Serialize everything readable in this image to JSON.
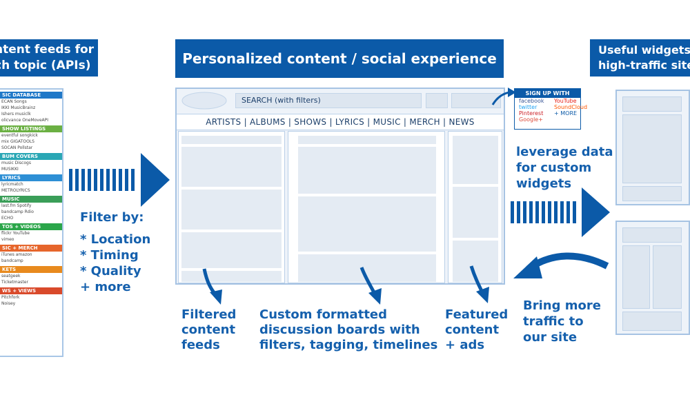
{
  "banners": {
    "left_line1": "ntent feeds for",
    "left_line2": "ch topic (APIs)",
    "middle": "Personalized content / social experience",
    "right_line1": "Useful widgets",
    "right_line2": "high-traffic site"
  },
  "sources": {
    "categories": [
      {
        "label": "SIC DATABASE",
        "color": "#1f78c8",
        "logos": [
          "ECAN  Songs",
          "IKKI  MusicBrainz",
          "Ishers  musiclk",
          "olicvance  OneMoveAPI"
        ]
      },
      {
        "label": "SHOW LISTINGS",
        "color": "#6bb043",
        "logos": [
          "eventful  songkick",
          "mix  GIGATOOLS",
          "SOCAN  Pollstar"
        ]
      },
      {
        "label": "BUM COVERS",
        "color": "#2aa7b5",
        "logos": [
          "music  Discogs",
          "MUSIKKI"
        ]
      },
      {
        "label": "LYRICS",
        "color": "#2d8fd5",
        "logos": [
          "lyricmatch",
          "METROLYRICS"
        ]
      },
      {
        "label": "MUSIC",
        "color": "#3a9e58",
        "logos": [
          "last.fm  Spotify",
          "bandcamp  Rdio",
          "ECHO"
        ]
      },
      {
        "label": "TOS + VIDEOS",
        "color": "#2ba64a",
        "logos": [
          "flickr  YouTube",
          "vimeo"
        ]
      },
      {
        "label": "SIC + MERCH",
        "color": "#e6652b",
        "logos": [
          "iTunes  amazon",
          "bandcamp"
        ]
      },
      {
        "label": "KETS",
        "color": "#e88a1e",
        "logos": [
          "seatgeek",
          "Ticketmaster"
        ]
      },
      {
        "label": "WS + VIEWS",
        "color": "#d94a2b",
        "logos": [
          "Pitchfork",
          "Noisey"
        ]
      }
    ]
  },
  "filter": {
    "heading": "Filter by:",
    "items": [
      "* Location",
      "* Timing",
      "* Quality",
      "+ more"
    ]
  },
  "mockup": {
    "search_label": "SEARCH (with filters)",
    "nav": "ARTISTS  |  ALBUMS  |  SHOWS  |  LYRICS  |  MUSIC  |  MERCH  |  NEWS"
  },
  "signup": {
    "header": "SIGN UP WITH",
    "services": [
      {
        "name": "facebook",
        "color": "#3b5998"
      },
      {
        "name": "twitter",
        "color": "#1da1f2"
      },
      {
        "name": "Pinterest",
        "color": "#cb2027"
      },
      {
        "name": "Google+",
        "color": "#dd4b39"
      },
      {
        "name": "YouTube",
        "color": "#e62117"
      },
      {
        "name": "SoundCloud",
        "color": "#ff5500"
      },
      {
        "name": "+ MORE",
        "color": "#0b5aa8"
      }
    ]
  },
  "leverage": [
    "leverage data",
    "for custom",
    "widgets"
  ],
  "bring": [
    "Bring more",
    "traffic to",
    "our site"
  ],
  "captions": {
    "filtered": [
      "Filtered",
      "content",
      "feeds"
    ],
    "custom": [
      "Custom formatted",
      "discussion boards with",
      "filters, tagging, timelines"
    ],
    "featured": [
      "Featured",
      "content",
      "+ ads"
    ]
  },
  "colors": {
    "brand": "#0b5aa8",
    "panel_border": "#a6c3e3",
    "panel_fill": "#eef3f9"
  }
}
